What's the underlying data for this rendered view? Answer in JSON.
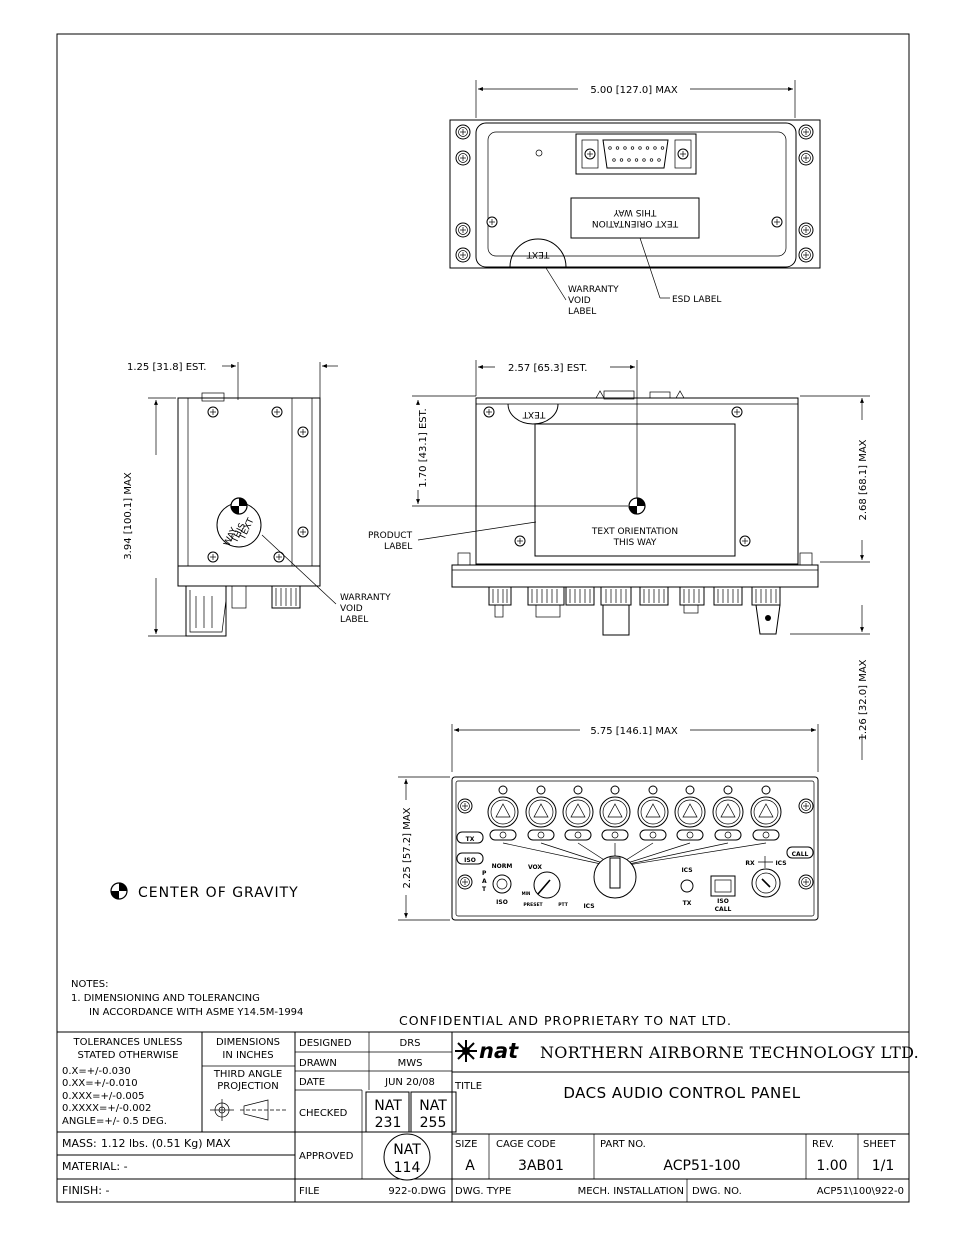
{
  "top_view": {
    "width_dim": "5.00 [127.0] MAX",
    "label_line1": "TEXT ORIENTATION",
    "label_line2": "THIS WAY",
    "seal_text": "TEXT",
    "warranty_label": [
      "WARRANTY",
      "VOID",
      "LABEL"
    ],
    "esd_label": "ESD LABEL"
  },
  "side_view": {
    "depth_dim": "1.25 [31.8] EST.",
    "height_dim": "3.94 [100.1] MAX",
    "cg_text": [
      "TEXT",
      "THIS",
      "WAY"
    ],
    "warranty_label": [
      "WARRANTY",
      "VOID",
      "LABEL"
    ]
  },
  "front_side_view": {
    "cg_depth_dim": "2.57 [65.3] EST.",
    "cg_height_dim": "1.70 [43.1] EST.",
    "body_height_dim": "2.68 [68.1] MAX",
    "knob_depth_dim": "1.26 [32.0] MAX",
    "product_label": [
      "PRODUCT",
      "LABEL"
    ],
    "label_text": [
      "TEXT ORIENTATION",
      "THIS WAY"
    ],
    "seal_text": "TEXT"
  },
  "front_panel": {
    "width_dim": "5.75 [146.1] MAX",
    "height_dim": "2.25 [57.2] MAX",
    "labels": {
      "tx_button": "TX",
      "iso_button": "ISO",
      "call_button": "CALL",
      "norm": "NORM",
      "pat": [
        "P",
        "A",
        "T"
      ],
      "iso_small": "ISO",
      "vox": "VOX",
      "min": "MIN",
      "preset": "PRESET",
      "ptt": "PTT",
      "ics_selector": "ICS",
      "ics_switch": "ICS",
      "tx_switch": "TX",
      "iso_call": [
        "ISO",
        "CALL"
      ],
      "rx_ics": [
        "RX",
        "ICS"
      ]
    }
  },
  "legend": {
    "cg": "CENTER OF GRAVITY"
  },
  "notes": {
    "heading": "NOTES:",
    "line1": "1.  DIMENSIONING AND TOLERANCING",
    "line2": "IN ACCORDANCE WITH ASME Y14.5M-1994"
  },
  "confidential": "CONFIDENTIAL AND PROPRIETARY TO NAT LTD.",
  "title_block": {
    "tolerances_heading": [
      "TOLERANCES UNLESS",
      "STATED OTHERWISE"
    ],
    "tolerances": [
      "0.X=+/-0.030",
      "0.XX=+/-0.010",
      "0.XXX=+/-0.005",
      "0.XXXX=+/-0.002",
      "ANGLE=+/- 0.5 DEG."
    ],
    "dimensions_heading": [
      "DIMENSIONS",
      "IN INCHES"
    ],
    "projection": [
      "THIRD ANGLE",
      "PROJECTION"
    ],
    "designed_label": "DESIGNED",
    "designed_value": "DRS",
    "drawn_label": "DRAWN",
    "drawn_value": "MWS",
    "date_label": "DATE",
    "date_value": "JUN 20/08",
    "checked_label": "CHECKED",
    "checked_stamp1": [
      "NAT",
      "231"
    ],
    "checked_stamp2": [
      "NAT",
      "255"
    ],
    "approved_label": "APPROVED",
    "approved_stamp": [
      "NAT",
      "114"
    ],
    "mass_label": "MASS:",
    "mass_value": "1.12 lbs. (0.51 Kg) MAX",
    "material": "MATERIAL: -",
    "finish": "FINISH: -",
    "file_label": "FILE",
    "file_value": "922-0.DWG",
    "company_logo": "nat",
    "company": "NORTHERN AIRBORNE TECHNOLOGY LTD.",
    "title_label": "TITLE",
    "title": "DACS AUDIO CONTROL PANEL",
    "size_label": "SIZE",
    "size_value": "A",
    "cage_label": "CAGE CODE",
    "cage_value": "3AB01",
    "part_label": "PART NO.",
    "part_value": "ACP51-100",
    "rev_label": "REV.",
    "rev_value": "1.00",
    "sheet_label": "SHEET",
    "sheet_value": "1/1",
    "dwg_type_label": "DWG. TYPE",
    "dwg_type_value": "MECH. INSTALLATION",
    "dwg_no_label": "DWG. NO.",
    "dwg_no_value": "ACP51\\100\\922-0"
  }
}
